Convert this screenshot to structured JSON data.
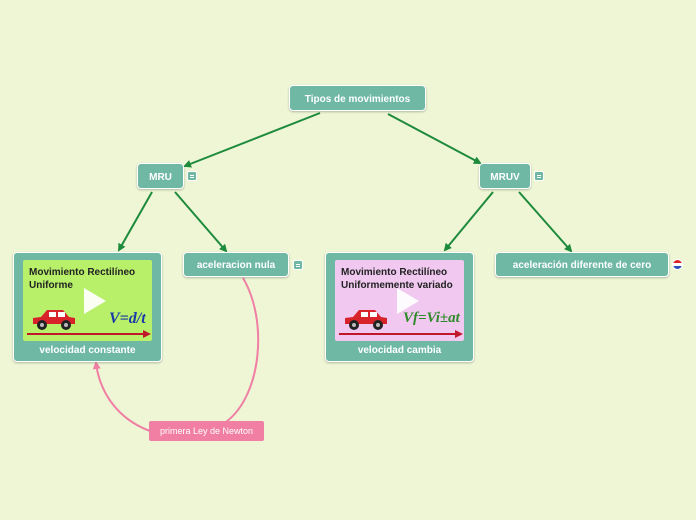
{
  "mindmap": {
    "root": {
      "label": "Tipos de movimientos"
    },
    "mru": {
      "label": "MRU"
    },
    "mruv": {
      "label": "MRUV"
    },
    "mru_children": {
      "video": {
        "title_line1": "Movimiento Rectilíneo",
        "title_line2": "Uniforme",
        "formula": "V=d/t",
        "caption": "velocidad constante",
        "thumb_color": "#b8f06a"
      },
      "text": {
        "label": "aceleracion nula"
      }
    },
    "mruv_children": {
      "video": {
        "title_line1": "Movimiento Rectilíneo",
        "title_line2": "Uniformemente variado",
        "formula": "Vf=Vi±at",
        "caption": "velocidad cambia",
        "thumb_color": "#f0c8f0"
      },
      "text": {
        "label": "aceleración diferente de cero"
      }
    },
    "relation": {
      "label": "primera Ley de Newton"
    }
  },
  "colors": {
    "background": "#eef6d6",
    "node_fill": "#6fb8a4",
    "connector": "#1e8a3c",
    "relation": "#f07fa3",
    "car": "#d8232a",
    "arrow_line": "#c0182a"
  },
  "icons": [
    "note-icon",
    "play-icon",
    "flag-icon",
    "car-icon"
  ]
}
